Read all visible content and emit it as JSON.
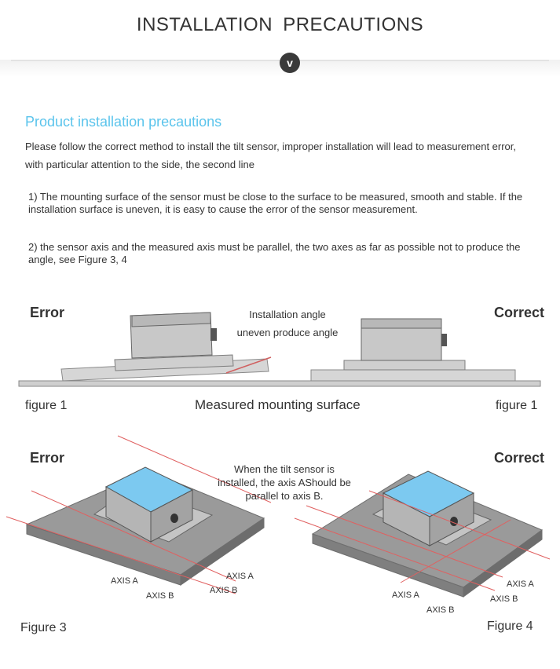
{
  "header": {
    "title": "INSTALLATION PRECAUTIONS",
    "chevron_glyph": "v"
  },
  "section": {
    "title": "Product installation precautions",
    "intro": "Please follow the correct method to install the tilt sensor, improper installation will lead to measurement error, with particular attention to the side, the second line",
    "point1": "1) The mounting surface of the sensor must be close to the surface to be measured, smooth and stable. If the installation surface is uneven, it is easy to cause the error of the sensor measurement.",
    "point2": "2) the sensor axis and the measured axis must be parallel, the two axes as far as possible not to produce the angle, see Figure 3, 4"
  },
  "figure1": {
    "error_label": "Error",
    "correct_label": "Correct",
    "note_line1": "Installation angle",
    "note_line2": "uneven produce angle",
    "surface_label": "Measured mounting surface",
    "caption_left": "figure 1",
    "caption_right": "figure 1"
  },
  "figure34": {
    "error_label": "Error",
    "correct_label": "Correct",
    "note_line1": "When the tilt sensor is",
    "note_line2": "installed, the axis AShould be",
    "note_line3": "parallel to axis B.",
    "left_axis_a1": "AXIS A",
    "left_axis_b1": "AXIS B",
    "left_axis_a2": "AXIS A",
    "left_axis_b2": "AXIS B",
    "right_axis_a1": "AXIS A",
    "right_axis_b1": "AXIS B",
    "right_axis_a2": "AXIS A",
    "right_axis_b2": "AXIS B",
    "caption_left": "Figure 3",
    "caption_right": "Figure 4"
  },
  "colors": {
    "accent": "#5bc4ec",
    "sensor_top": "#7cc9f0",
    "plate": "#8e8e8e",
    "axis_line": "#e06060"
  }
}
